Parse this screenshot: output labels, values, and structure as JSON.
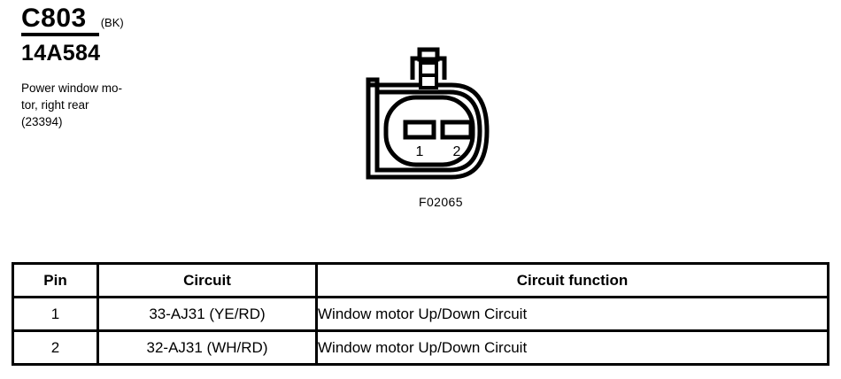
{
  "header": {
    "connector_id": "C803",
    "color_code": "(BK)",
    "part_number": "14A584",
    "description_line1": "Power window mo-",
    "description_line2": "tor, right rear",
    "description_line3": "(23394)"
  },
  "diagram": {
    "caption": "F02065",
    "pin_labels": [
      "1",
      "2"
    ],
    "line_color": "#000000",
    "fill_color": "#ffffff"
  },
  "table": {
    "headers": [
      "Pin",
      "Circuit",
      "Circuit function"
    ],
    "rows": [
      {
        "pin": "1",
        "circuit": "33-AJ31 (YE/RD)",
        "function": "Window motor Up/Down Circuit"
      },
      {
        "pin": "2",
        "circuit": "32-AJ31 (WH/RD)",
        "function": "Window motor Up/Down Circuit"
      }
    ]
  }
}
